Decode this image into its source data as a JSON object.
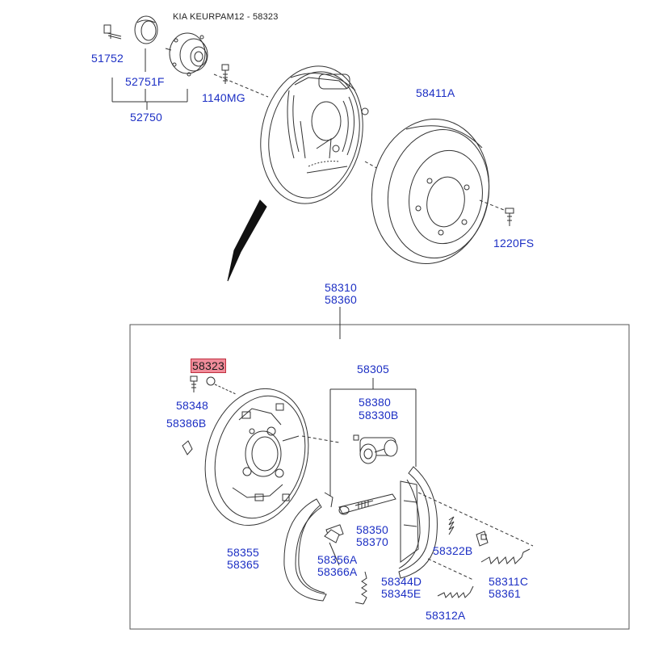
{
  "header": {
    "title": "KIA KEURPAM12 - 58323"
  },
  "highlight": {
    "part": "58323",
    "color": "#f08c9a"
  },
  "colors": {
    "part_number": "#1c2fc4",
    "line_art": "#333333"
  },
  "parts": {
    "p51752": "51752",
    "p52751F": "52751F",
    "p52750": "52750",
    "p1140MG": "1140MG",
    "p58411A": "58411A",
    "p1220FS": "1220FS",
    "p58310": "58310",
    "p58360": "58360",
    "p58323": "58323",
    "p58305": "58305",
    "p58348": "58348",
    "p58386B": "58386B",
    "p58380": "58380",
    "p58330B": "58330B",
    "p58350": "58350",
    "p58370": "58370",
    "p58355": "58355",
    "p58365": "58365",
    "p58356A": "58356A",
    "p58366A": "58366A",
    "p58322B": "58322B",
    "p58344D": "58344D",
    "p58345E": "58345E",
    "p58311C": "58311C",
    "p58361": "58361",
    "p58312A": "58312A"
  }
}
